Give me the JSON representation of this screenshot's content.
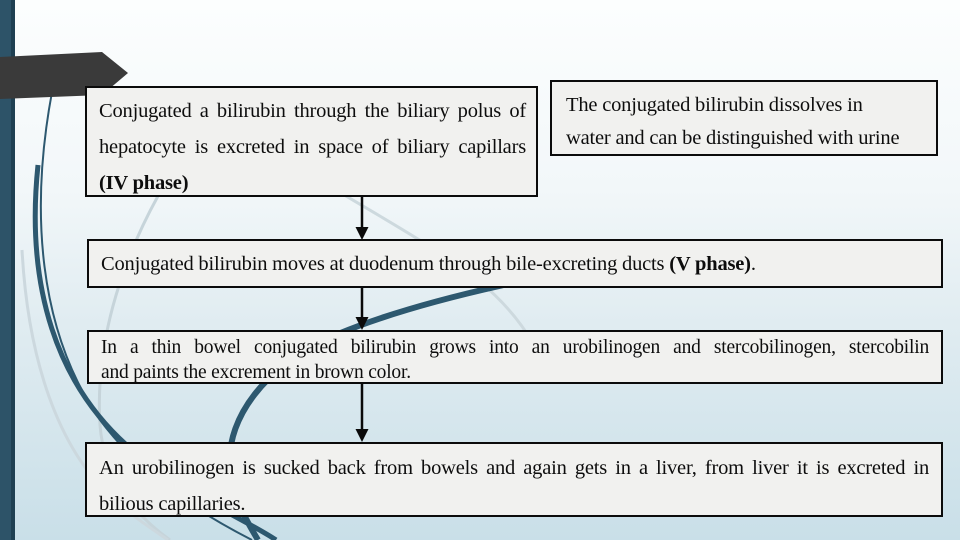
{
  "slide": {
    "boxes": {
      "iv_phase": {
        "line1": "Conjugated a bilirubin through the biliary polus of",
        "line2": "hepatocyte is excreted in space of biliary capillars",
        "bold": "(IV phase)"
      },
      "urine": {
        "line1": "The conjugated bilirubin dissolves in",
        "line2": "water and can be distinguished with urine"
      },
      "v_phase": {
        "prefix": "Conjugated bilirubin moves at duodenum through bile-excreting ducts ",
        "bold": "(V phase)",
        "suffix": "."
      },
      "bowel": {
        "line1": "In a thin bowel conjugated bilirubin grows into an urobilinogen and stercobilinogen, stercobilin",
        "line2": "and paints the excrement in brown color."
      },
      "reabsorb": {
        "line1": "An urobilinogen is sucked back from bowels and again gets in a liver, from liver it is excreted in",
        "line2": "bilious capillaries."
      }
    },
    "colors": {
      "accent_bar": "#2d5368",
      "accent_bar_edge": "#1f4052",
      "banner_dark": "#3a3a3a",
      "curve_dark": "#2d586f",
      "curve_light": "#c6d4da",
      "box_fill": "#f1f1ef",
      "box_border": "#0b0b0b",
      "arrow_black": "#0a0a0a",
      "bg_top": "#fcfefe",
      "bg_bottom": "#c9dfe8"
    }
  }
}
